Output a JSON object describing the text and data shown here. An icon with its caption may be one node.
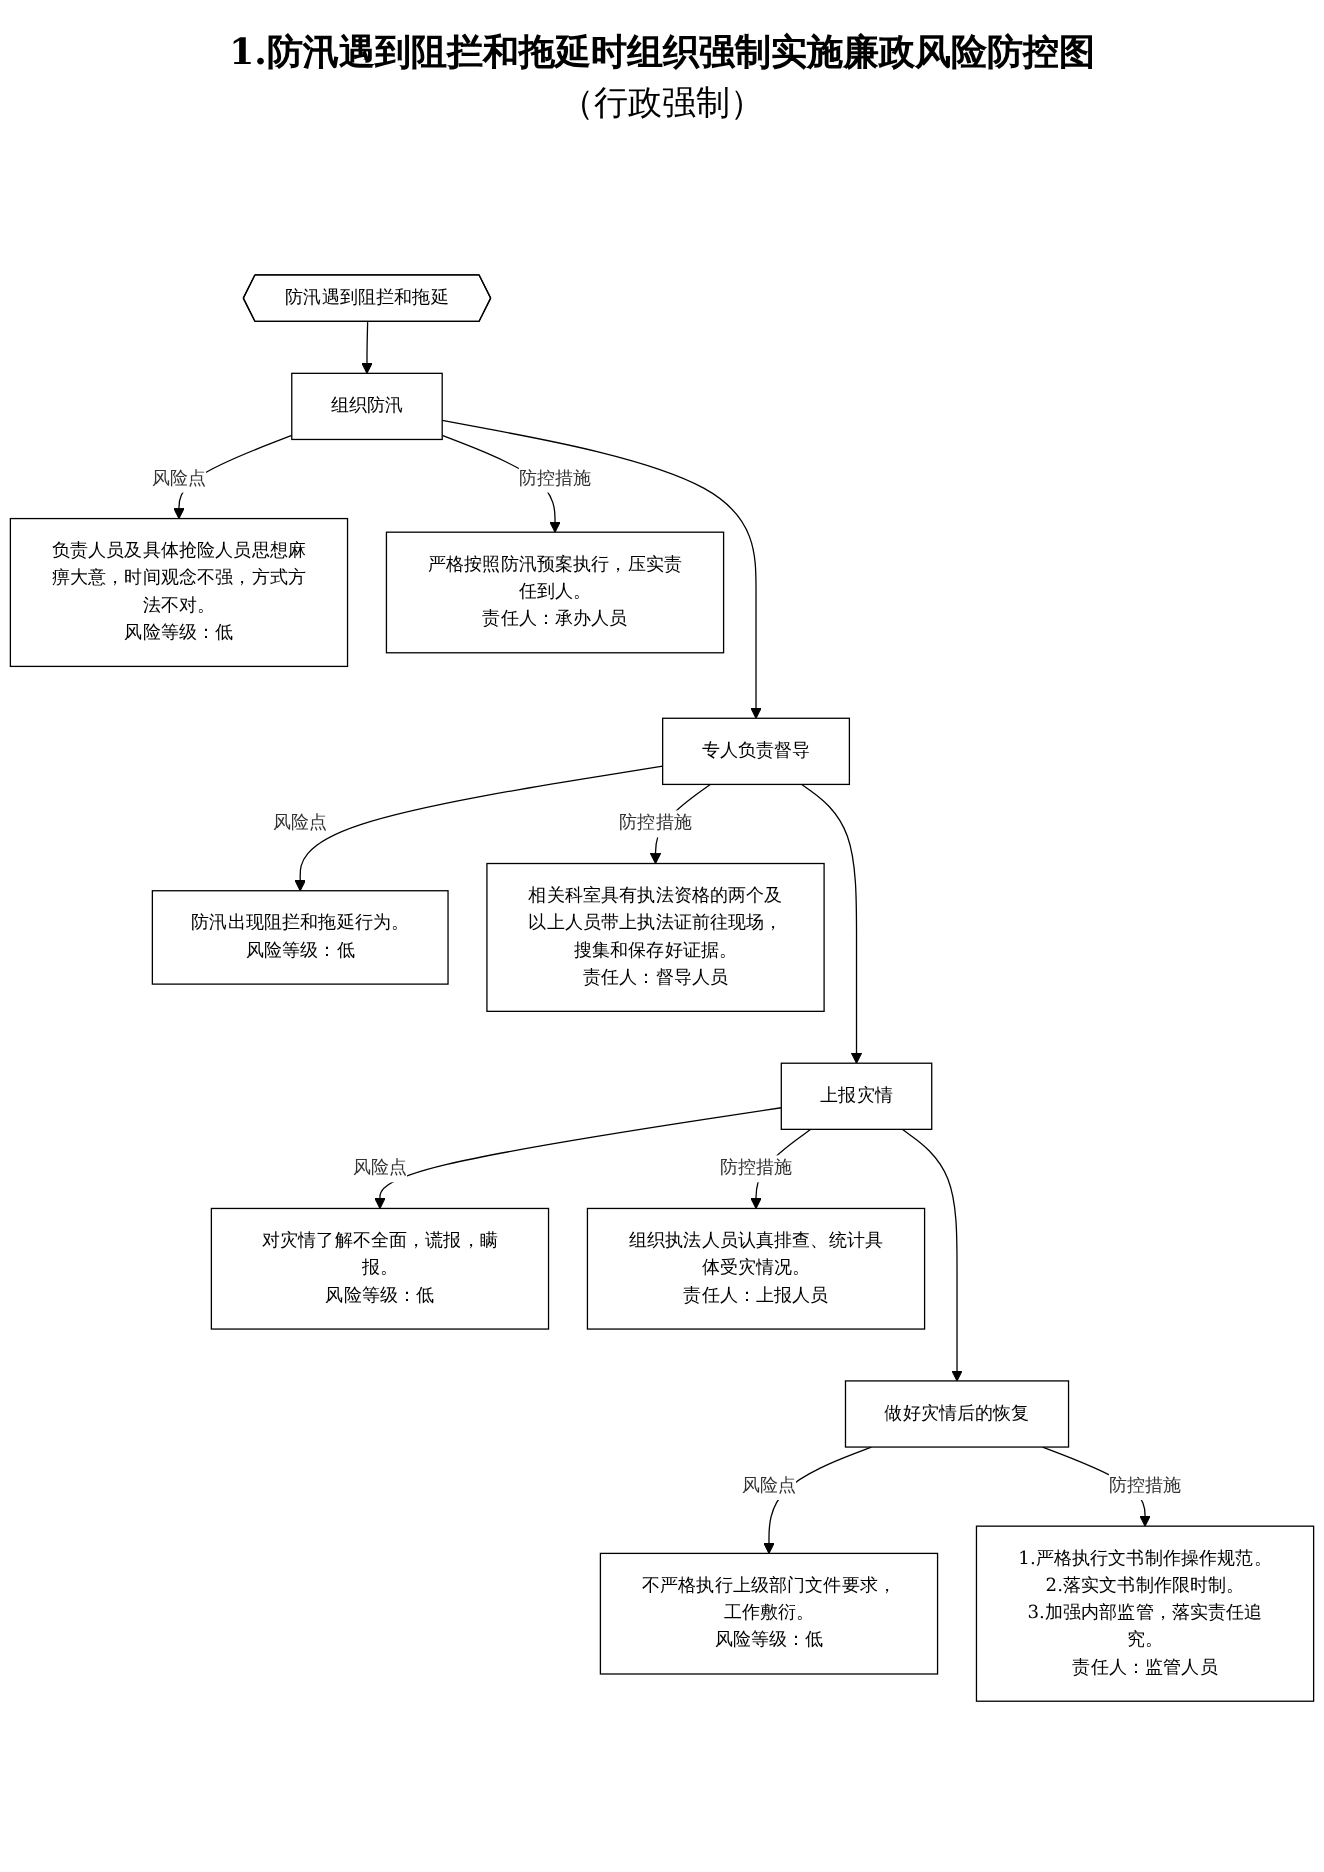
{
  "diagram": {
    "title": "1.防汛遇到阻拦和拖延时组织强制实施廉政风险防控图",
    "nodes": [
      {
        "text": [
          "防汛遇到阻拦和拖延"
        ]
      },
      {
        "text": [
          "负责人员及具体抢险人员思想麻痹大意，时间观念不强，方式方法不对。",
          "风险等级：低"
        ]
      },
      {
        "text": [
          "组织防汛"
        ]
      },
      {
        "text": [
          "严格按照防汛预案执行，压实责任到人。",
          "责任人：承办人员"
        ]
      },
      {
        "text": [
          "防汛出现阻拦和拖延行为。",
          "风险等级：低"
        ]
      },
      {
        "text": [
          "专人负责督导"
        ]
      },
      {
        "text": [
          "相关科室具有执法资格的两个及以上人员带上执法证前往现场，搜集和保存好证据。",
          "责任人：督导人员"
        ]
      },
      {
        "text": [
          "对灾情了解不全面，谎报，瞒报。",
          "风险等级：低"
        ]
      },
      {
        "text": [
          "上报灾情"
        ]
      },
      {
        "text": [
          "组织执法人员认真排查、统计具体受灾情况。",
          "责任人：上报人员"
        ]
      },
      {
        "text": [
          "不严格执行上级部门文件要求，工作敷衍。",
          "风险等级：低"
        ]
      },
      {
        "text": [
          "做好灾情后的恢复"
        ]
      },
      {
        "text": [
          "1.严格执行文书制作操作规范。",
          "2.落实文书制作限时制。",
          "3.加强内部监管，落实责任追究。",
          "责任人：监管人员"
        ]
      }
    ],
    "edges": [
      {
        "from": 0,
        "to": 2,
        "arrow": "to"
      },
      {
        "from": 2,
        "to": 1,
        "arrow": "to",
        "label": "风险点"
      },
      {
        "from": 2,
        "to": 3,
        "arrow": "to",
        "label": "防控措施"
      },
      {
        "from": 2,
        "to": 5,
        "arrow": "to"
      },
      {
        "from": 5,
        "to": 4,
        "arrow": "to",
        "label": "风险点"
      },
      {
        "from": 5,
        "to": 6,
        "arrow": "to",
        "label": "防控措施"
      },
      {
        "from": 5,
        "to": 8,
        "arrow": "to"
      },
      {
        "from": 8,
        "to": 7,
        "arrow": "to",
        "label": "风险点"
      },
      {
        "from": 8,
        "to": 9,
        "arrow": "to",
        "label": "防控措施"
      },
      {
        "from": 8,
        "to": 11,
        "arrow": "to"
      },
      {
        "from": 11,
        "to": 10,
        "arrow": "to",
        "label": "风险点"
      },
      {
        "from": 11,
        "to": 12,
        "arrow": "to",
        "label": "防控措施"
      }
    ],
    "labels": [
      "（行政强制）"
    ]
  }
}
